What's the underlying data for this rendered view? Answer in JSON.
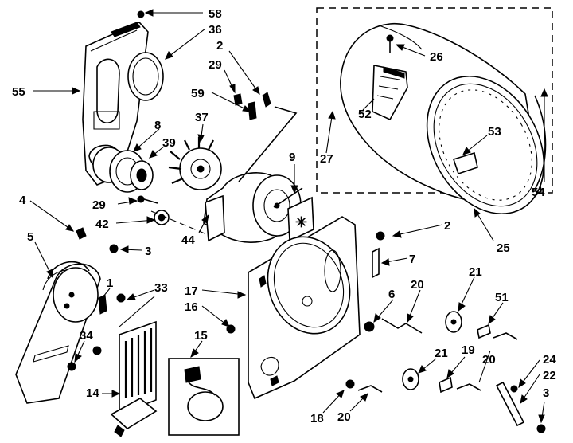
{
  "callouts": {
    "c58": "58",
    "c36": "36",
    "c2a": "2",
    "c29a": "29",
    "c55": "55",
    "c59": "59",
    "c37": "37",
    "c8": "8",
    "c39": "39",
    "c9": "9",
    "c26": "26",
    "c52": "52",
    "c27": "27",
    "c53": "53",
    "c54": "54",
    "c25": "25",
    "c2b": "2",
    "c4": "4",
    "c29b": "29",
    "c42": "42",
    "c3a": "3",
    "c44": "44",
    "c5": "5",
    "c1": "1",
    "c33": "33",
    "c17": "17",
    "c16": "16",
    "c7": "7",
    "c20a": "20",
    "c21a": "21",
    "c51": "51",
    "c6": "6",
    "c34": "34",
    "c15": "15",
    "c21b": "21",
    "c19": "19",
    "c20b": "20",
    "c24": "24",
    "c22": "22",
    "c14": "14",
    "c18": "18",
    "c20c": "20",
    "c3b": "3"
  }
}
